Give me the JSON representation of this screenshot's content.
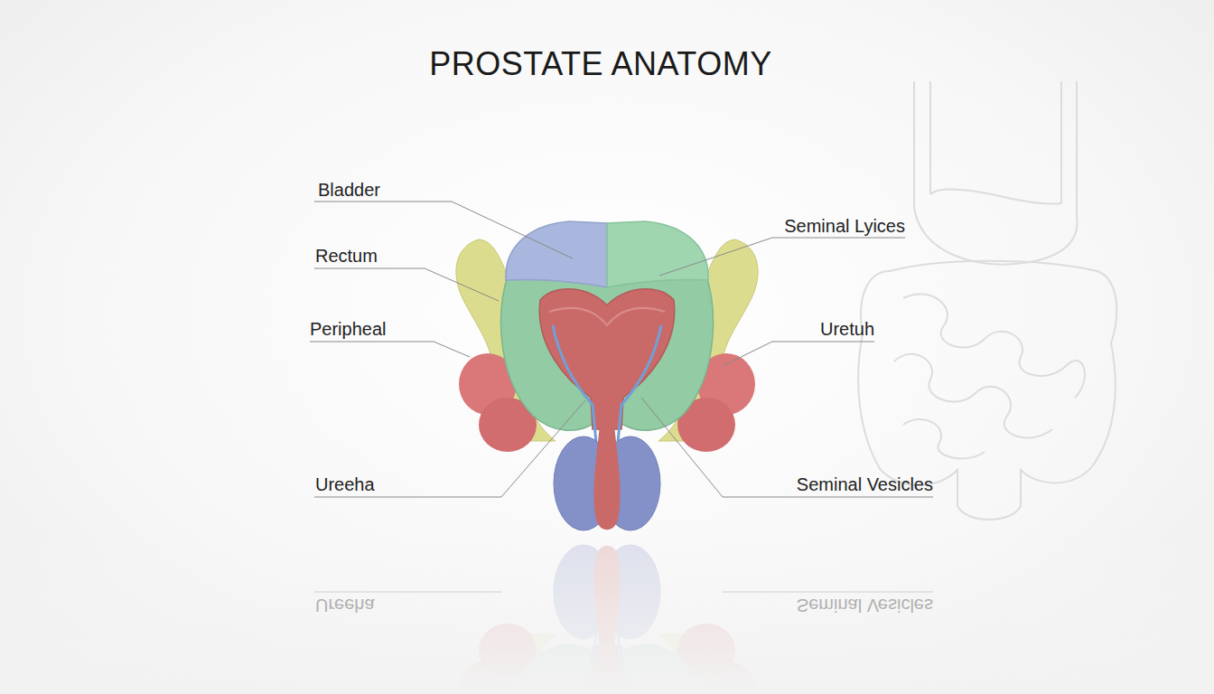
{
  "diagram": {
    "title": "PROSTATE ANATOMY",
    "labels": [
      "Bladder",
      "Seminal Lyices",
      "Rectum",
      "Peripheal",
      "Uretuh",
      "Ureeha",
      "Seminal Vesicles",
      "Ureeha",
      "Seminal Vesicles"
    ]
  }
}
